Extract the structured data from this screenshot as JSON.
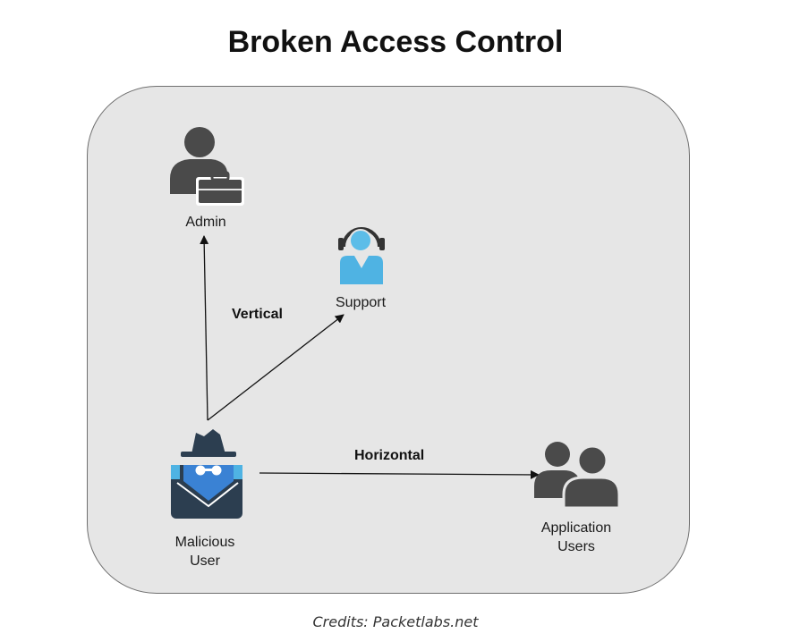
{
  "title": "Broken Access Control",
  "nodes": {
    "admin": {
      "label": "Admin",
      "icon": "admin-briefcase-icon"
    },
    "support": {
      "label": "Support",
      "icon": "support-headset-icon"
    },
    "malicious_user": {
      "label_line1": "Malicious",
      "label_line2": "User",
      "icon": "hacker-spy-icon"
    },
    "application_users": {
      "label_line1": "Application",
      "label_line2": "Users",
      "icon": "user-group-icon"
    }
  },
  "edges": {
    "vertical": "Vertical",
    "horizontal": "Horizontal"
  },
  "credits": "Credits: Packetlabs.net",
  "colors": {
    "panel_fill": "#e6e6e6",
    "icon_dark": "#4a4a4a",
    "support_blue": "#4fb3e3",
    "hacker_navy": "#2c3e50",
    "hacker_blue": "#3a82d4"
  }
}
